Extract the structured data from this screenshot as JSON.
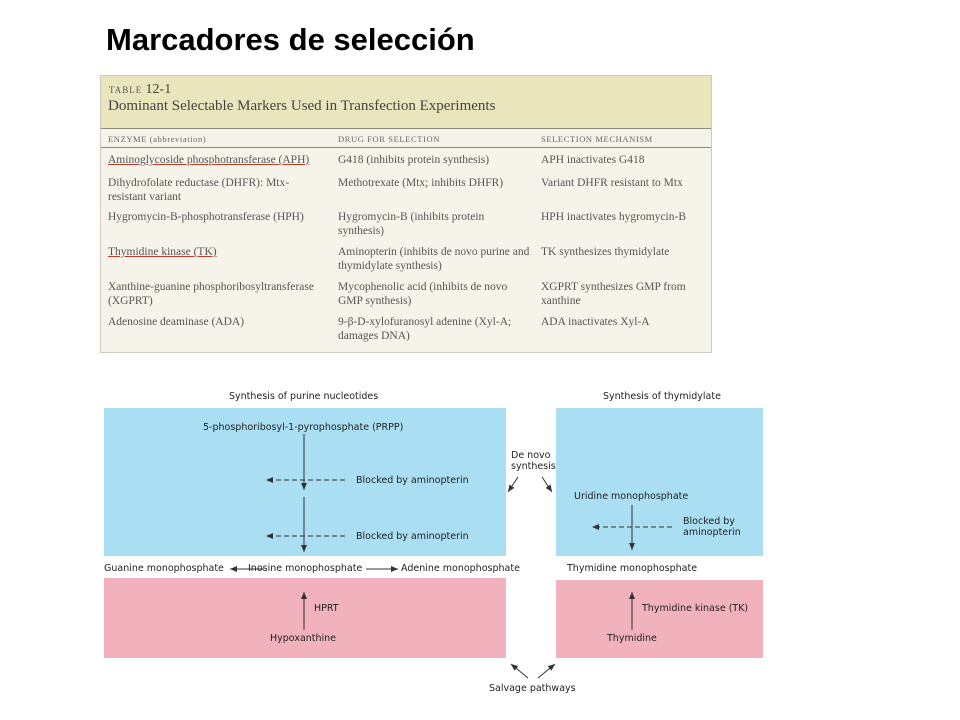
{
  "slide": {
    "title": "Marcadores de selección"
  },
  "table": {
    "label_prefix": "TABLE",
    "label_number": "12-1",
    "caption": "Dominant Selectable Markers Used in Transfection Experiments",
    "columns": [
      "ENZYME (abbreviation)",
      "DRUG FOR SELECTION",
      "SELECTION MECHANISM"
    ],
    "rows": [
      {
        "enzyme": "Aminoglycoside phosphotransferase (APH)",
        "drug": "G418 (inhibits protein synthesis)",
        "mechanism": "APH inactivates G418"
      },
      {
        "enzyme": "Dihydrofolate reductase (DHFR): Mtx-resistant variant",
        "drug": "Methotrexate (Mtx; inhibits DHFR)",
        "mechanism": "Variant DHFR resistant to Mtx"
      },
      {
        "enzyme": "Hygromycin-B-phosphotransferase (HPH)",
        "drug": "Hygromycin-B (inhibits protein synthesis)",
        "mechanism": "HPH inactivates hygromycin-B"
      },
      {
        "enzyme": "Thymidine kinase (TK)",
        "drug": "Aminopterin (inhibits de novo purine and thymidylate synthesis)",
        "mechanism": "TK synthesizes thymidylate"
      },
      {
        "enzyme": "Xanthine-guanine phosphoribosyltransferase (XGPRT)",
        "drug": "Mycophenolic acid (inhibits de novo GMP synthesis)",
        "mechanism": "XGPRT synthesizes GMP from xanthine"
      },
      {
        "enzyme": "Adenosine deaminase (ADA)",
        "drug": "9-β-D-xylofuranosyl adenine (Xyl-A; damages DNA)",
        "mechanism": "ADA inactivates Xyl-A"
      }
    ]
  },
  "diagram": {
    "purine_title": "Synthesis of purine nucleotides",
    "thymidylate_title": "Synthesis of thymidylate",
    "prpp": "5-phosphoribosyl-1-pyrophosphate (PRPP)",
    "blocked_1": "Blocked by aminopterin",
    "blocked_2": "Blocked by aminopterin",
    "de_novo_1": "De novo",
    "de_novo_2": "synthesis",
    "ump": "Uridine monophosphate",
    "blocked_tk_1": "Blocked by",
    "blocked_tk_2": "aminopterin",
    "gmp": "Guanine monophosphate",
    "imp": "Inosine monophosphate",
    "amp": "Adenine monophosphate",
    "tmp": "Thymidine monophosphate",
    "hprt": "HPRT",
    "hypoxanthine": "Hypoxanthine",
    "tk": "Thymidine kinase (TK)",
    "thymidine": "Thymidine",
    "salvage": "Salvage pathways"
  },
  "colors": {
    "de_novo_fill": "#a9def3",
    "salvage_fill": "#f1b1bd",
    "underline": "#c0392b"
  }
}
